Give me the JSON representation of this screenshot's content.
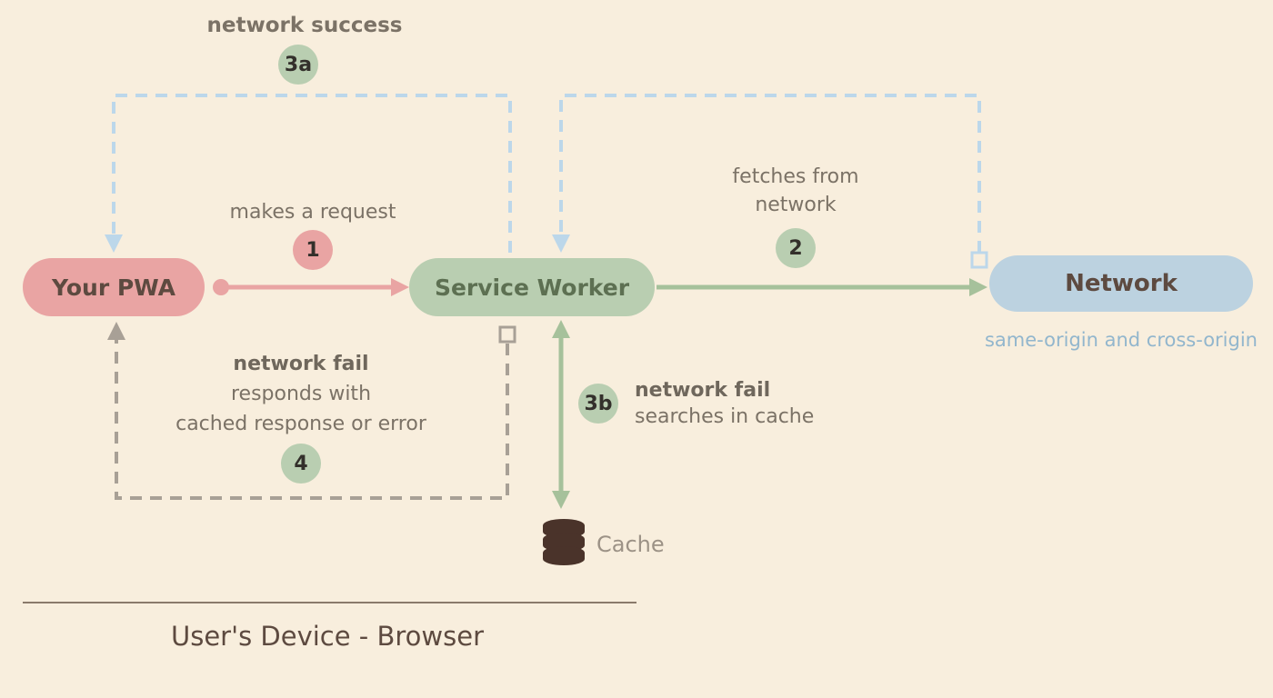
{
  "palette": {
    "background": "#f8eedd",
    "pwa_pink": "#e9a4a3",
    "worker_green": "#b9ceb1",
    "network_blue": "#bcd2e0",
    "arrow_green": "#a6c19b",
    "dashed_blue": "#bcd7ea",
    "dashed_gray": "#a8a096",
    "label_gray": "#7b7266",
    "heading_brown": "#5d4a40",
    "origin_blue": "#92b6cd",
    "cache_brown": "#4a332a"
  },
  "nodes": {
    "pwa": {
      "label": "Your PWA"
    },
    "service_worker": {
      "label": "Service Worker"
    },
    "network": {
      "label": "Network",
      "sublabel": "same-origin and cross-origin"
    },
    "cache": {
      "label": "Cache"
    }
  },
  "steps": {
    "step1": {
      "badge": "1",
      "label": "makes a request"
    },
    "step2": {
      "badge": "2",
      "line1": "fetches from",
      "line2": "network"
    },
    "step3a": {
      "badge": "3a",
      "label": "network success"
    },
    "step3b": {
      "badge": "3b",
      "title": "network fail",
      "label": "searches in cache"
    },
    "step4": {
      "badge": "4",
      "title": "network fail",
      "line1": "responds with",
      "line2": "cached response or error"
    }
  },
  "footer": {
    "label": "User's Device - Browser"
  }
}
